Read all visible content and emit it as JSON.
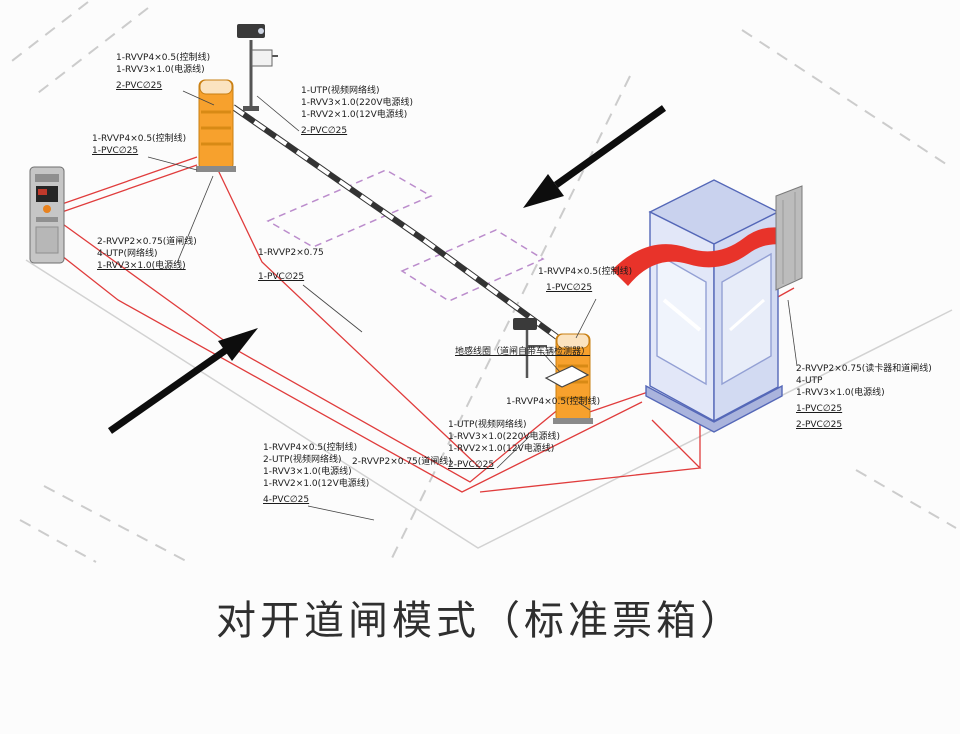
{
  "title": "对开道闸模式（标准票箱）",
  "colors": {
    "barrier_orange": "#f7a12d",
    "wire_red": "#e03c3c",
    "booth_blue": "#dfe5f7",
    "awning_red": "#e8332a",
    "island_purple": "#bb8ccc",
    "arrow_black": "#0d0d0d"
  },
  "labels": {
    "g1": [
      "1-RVVP4×0.5(控制线)",
      "1-RVV3×1.0(电源线)",
      "2-PVC∅25"
    ],
    "g2": [
      "1-RVVP4×0.5(控制线)",
      "1-PVC∅25"
    ],
    "g3": [
      "1-UTP(视频网络线)",
      "1-RVV3×1.0(220V电源线)",
      "1-RVV2×1.0(12V电源线)",
      "2-PVC∅25"
    ],
    "g4": [
      "2-RVVP2×0.75(道闸线)",
      "4-UTP(网络线)",
      "1-RVV3×1.0(电源线)"
    ],
    "g5": [
      "1-RVVP2×0.75",
      "1-PVC∅25"
    ],
    "g6": [
      "1-RVVP4×0.5(控制线)",
      "1-PVC∅25"
    ],
    "g7": [
      "地感线圈（道闸自带车辆检测器）"
    ],
    "g8": [
      "1-RVVP4×0.5(控制线)"
    ],
    "g9": [
      "1-UTP(视频网络线)",
      "1-RVV3×1.0(220V电源线)",
      "1-RVV2×1.0(12V电源线)",
      "2-PVC∅25"
    ],
    "g10": [
      "1-RVVP4×0.5(控制线)",
      "2-UTP(视频网络线)",
      "1-RVV3×1.0(电源线)",
      "1-RVV2×1.0(12V电源线)",
      "4-PVC∅25"
    ],
    "g10b": [
      "2-RVVP2×0.75(道闸线)"
    ],
    "g11": [
      "2-RVVP2×0.75(读卡器和道闸线)",
      "4-UTP",
      "1-RVV3×1.0(电源线)",
      "1-PVC∅25",
      "2-PVC∅25"
    ]
  }
}
